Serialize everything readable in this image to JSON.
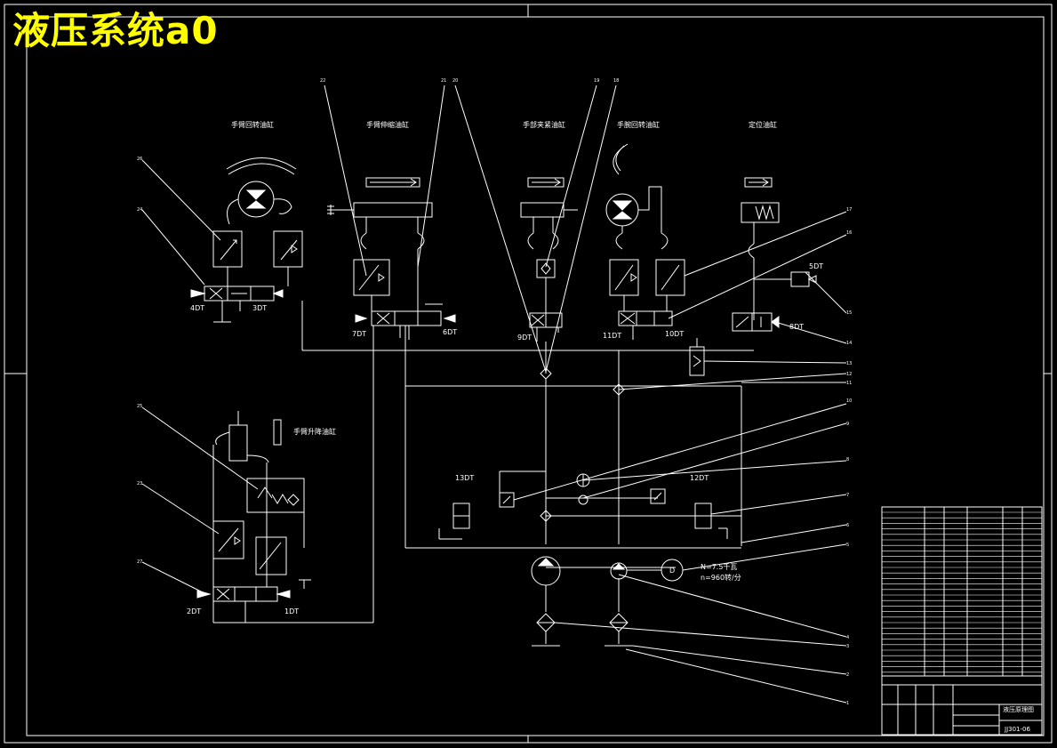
{
  "title": "液压系统a0",
  "cylinders": {
    "arm_rotate": "手臂回转油缸",
    "arm_extend": "手臂伸缩油缸",
    "gripper": "手部夹紧油缸",
    "wrist_rotate": "手腕回转油缸",
    "positioning": "定位油缸",
    "arm_lift": "手臂升降油缸"
  },
  "solenoids": {
    "s1": "1DT",
    "s2": "2DT",
    "s3": "3DT",
    "s4": "4DT",
    "s5": "5DT",
    "s6": "6DT",
    "s7": "7DT",
    "s8": "8DT",
    "s9": "9DT",
    "s10": "10DT",
    "s11": "11DT",
    "s12": "12DT",
    "s13": "13DT"
  },
  "motor": {
    "symbol": "D",
    "power": "N=7.5千瓦",
    "speed": "n=960转/分"
  },
  "callouts": {
    "top": [
      "22",
      "21",
      "20",
      "19",
      "18"
    ],
    "right": [
      "17",
      "16",
      "15",
      "14",
      "13",
      "12",
      "11",
      "10",
      "9",
      "8",
      "7",
      "6",
      "5",
      "4",
      "3",
      "2",
      "1"
    ],
    "left": [
      "26",
      "24",
      "25",
      "23",
      "27"
    ]
  },
  "title_block": {
    "drawing_title": "液压原理图",
    "drawing_number": "JJ301-06"
  }
}
